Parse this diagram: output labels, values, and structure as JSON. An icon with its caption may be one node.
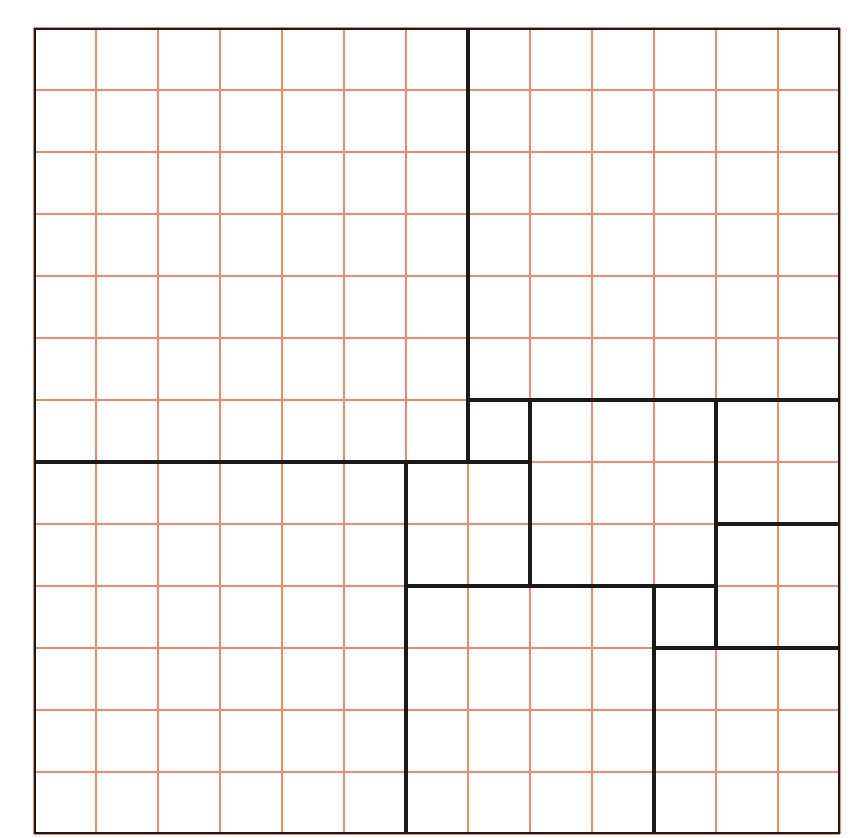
{
  "diagram": {
    "nodes": [
      {
        "text": [],
        "shape": "box"
      },
      {
        "text": [],
        "shape": "box"
      },
      {
        "text": [],
        "shape": "box"
      },
      {
        "text": [],
        "shape": "box"
      },
      {
        "text": [],
        "shape": "box"
      },
      {
        "text": [],
        "shape": "box"
      },
      {
        "text": [],
        "shape": "box"
      },
      {
        "text": [],
        "shape": "box"
      },
      {
        "text": [],
        "shape": "box"
      },
      {
        "text": [],
        "shape": "box"
      },
      {
        "text": [],
        "shape": "box"
      }
    ]
  }
}
